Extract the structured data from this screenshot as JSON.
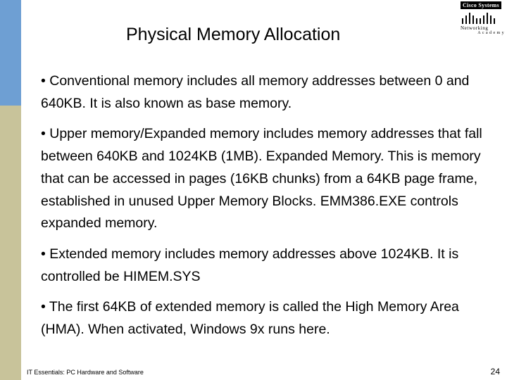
{
  "slide": {
    "title": "Physical Memory Allocation",
    "bullets": [
      "• Conventional memory includes all memory addresses between 0 and 640KB. It is also known as base memory.",
      "• Upper memory/Expanded memory includes memory addresses that fall between 640KB and 1024KB (1MB). Expanded Memory. This is memory that can be accessed in pages (16KB chunks) from a 64KB page frame, established in unused Upper Memory Blocks.  EMM386.EXE controls expanded memory.",
      "• Extended memory includes memory addresses above 1024KB. It is controlled be HIMEM.SYS",
      "• The first 64KB of extended memory is called the High Memory Area (HMA).  When activated, Windows 9x runs here."
    ]
  },
  "logo": {
    "line1": "Cisco Systems",
    "line2": "Networking",
    "line3": "Academy"
  },
  "footer": {
    "course": "IT Essentials: PC Hardware and Software",
    "page": "24"
  },
  "colors": {
    "band_top": "#6e9fd3",
    "band_bottom": "#c8c39a"
  }
}
